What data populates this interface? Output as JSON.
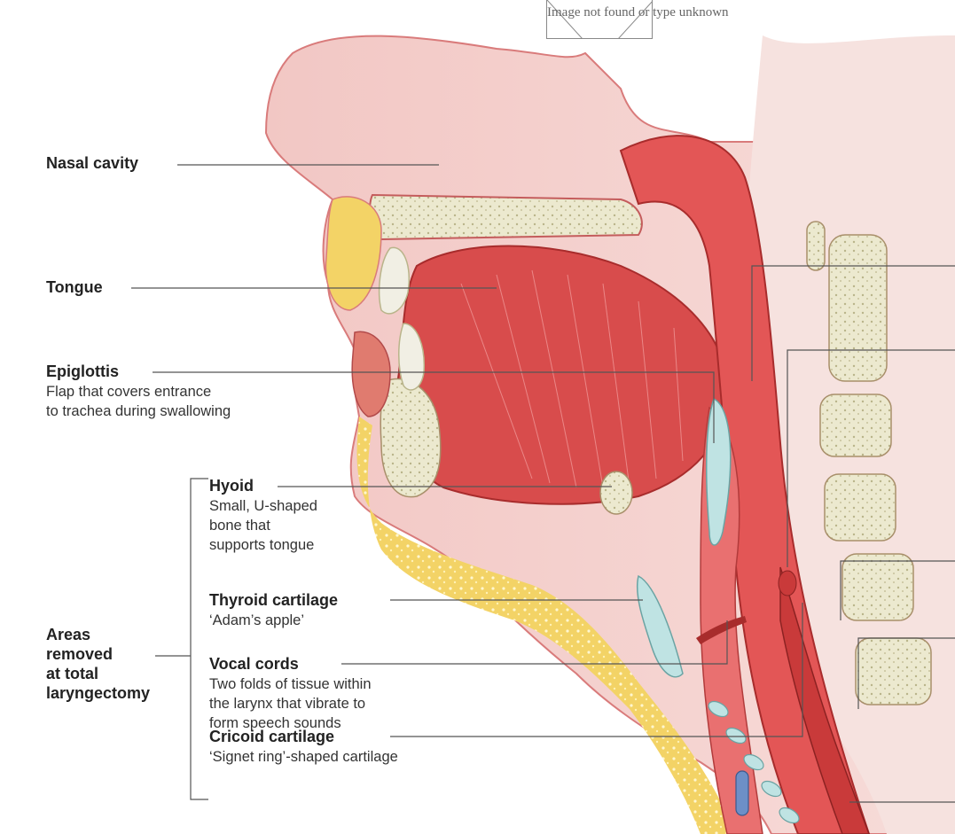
{
  "broken_image": {
    "text": "Image not found or type unknown"
  },
  "labels": {
    "nasal_cavity": {
      "title": "Nasal cavity"
    },
    "tongue": {
      "title": "Tongue"
    },
    "epiglottis": {
      "title": "Epiglottis",
      "line1": "Flap that covers entrance",
      "line2": "to trachea during swallowing"
    },
    "hyoid": {
      "title": "Hyoid",
      "line1": "Small, U-shaped",
      "line2": "bone that",
      "line3": "supports tongue"
    },
    "thyroid": {
      "title": "Thyroid cartilage",
      "line1": "‘Adam’s apple’"
    },
    "vocal_cords": {
      "title": "Vocal cords",
      "line1": "Two folds of tissue within",
      "line2": "the larynx that vibrate to",
      "line3": "form speech sounds"
    },
    "cricoid": {
      "title": "Cricoid cartilage",
      "line1": "‘Signet ring’-shaped cartilage"
    },
    "areas_removed": {
      "line1": "Areas",
      "line2": "removed",
      "line3": "at total",
      "line4": "laryngectomy"
    }
  },
  "colors": {
    "tissue": "#e8a6a0",
    "muscle": "#d94a4a",
    "bone": "#e6e3c4",
    "fat": "#f2d46b",
    "cartilage": "#bfe3e3",
    "line": "#555555"
  }
}
